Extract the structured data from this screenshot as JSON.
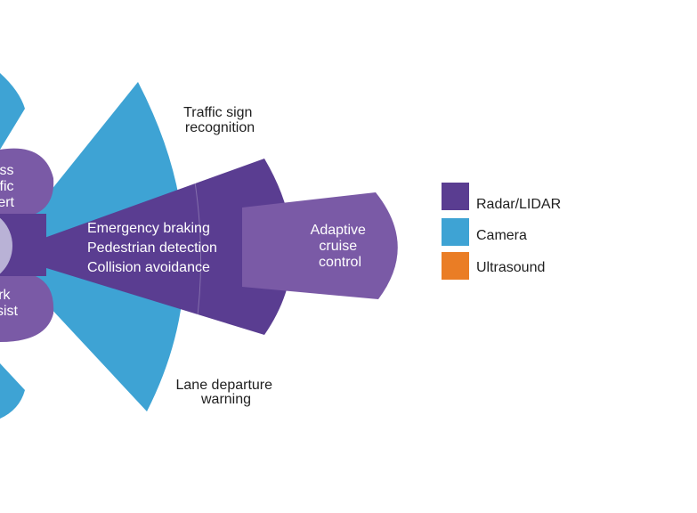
{
  "colors": {
    "radar": "#5a3d91",
    "radar_light": "#7a5aa6",
    "camera": "#3ea3d4",
    "ultrasound": "#ea7d25",
    "inner_circle": "#b9b2d6",
    "text_dark": "#1f1f1f",
    "text_light": "#ffffff"
  },
  "zones": {
    "cross_traffic_alert": [
      "ross",
      "affic",
      "ert"
    ],
    "park_assist": [
      "rk",
      "sist"
    ],
    "traffic_sign_recognition": [
      "Traffic sign",
      "recognition"
    ],
    "lane_departure_warning": [
      "Lane departure",
      "warning"
    ],
    "center_functions": [
      "Emergency braking",
      "Pedestrian detection",
      "Collision avoidance"
    ],
    "adaptive_cruise_control": [
      "Adaptive",
      "cruise",
      "control"
    ]
  },
  "legend": [
    {
      "label": "Radar/LIDAR",
      "color": "#5a3d91",
      "icon": "radar-lidar-swatch"
    },
    {
      "label": "Camera",
      "color": "#3ea3d4",
      "icon": "camera-swatch"
    },
    {
      "label": "Ultrasound",
      "color": "#ea7d25",
      "icon": "ultrasound-swatch"
    }
  ]
}
